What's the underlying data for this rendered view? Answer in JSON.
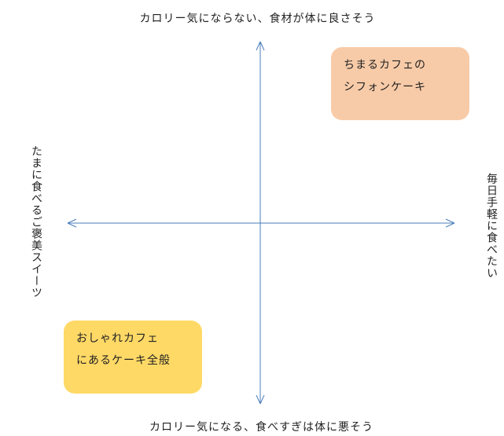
{
  "axes": {
    "top_label": "カロリー気にならない、食材が体に良さそう",
    "bottom_label": "カロリー気になる、食べすぎは体に悪そう",
    "left_label": "たまに食べるご褒美スイーツ",
    "right_label": "毎日手軽に食べたい",
    "color": "#4a7ebb"
  },
  "quadrant_items": [
    {
      "lines": [
        "ちまるカフェの",
        "シフォンケーキ"
      ],
      "color": "#f8cba8"
    },
    {
      "lines": [
        "おしゃれカフェ",
        "にあるケーキ全般"
      ],
      "color": "#ffd966"
    }
  ]
}
